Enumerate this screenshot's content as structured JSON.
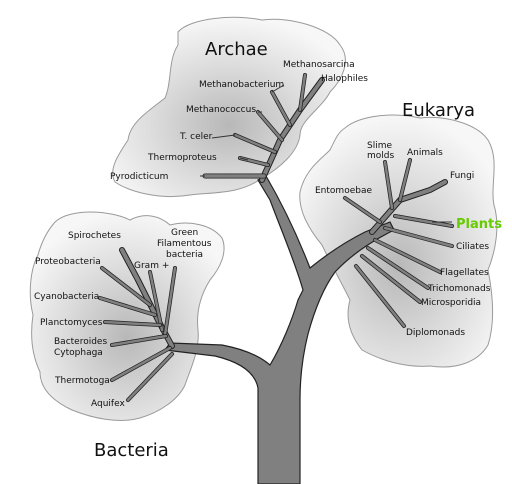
{
  "domains": {
    "archae": "Archae",
    "eukarya": "Eukarya",
    "bacteria": "Bacteria"
  },
  "archae_taxa": [
    "Methanosarcina",
    "Halophiles",
    "Methanobacterium",
    "Methanococcus",
    "T. celer",
    "Thermoproteus",
    "Pyrodicticum"
  ],
  "eukarya_taxa": [
    "Slime",
    "molds",
    "Animals",
    "Fungi",
    "Entomoebae",
    "Plants",
    "Ciliates",
    "Flagellates",
    "Trichomonads",
    "Microsporidia",
    "Diplomonads"
  ],
  "bacteria_taxa": [
    "Spirochetes",
    "Green",
    "Filamentous",
    "bacteria",
    "Proteobacteria",
    "Gram +",
    "Cyanobacteria",
    "Planctomyces",
    "Bacteroides",
    "Cytophaga",
    "Thermotoga",
    "Aquifex"
  ],
  "colors": {
    "highlight": "#66cc00",
    "trunk": "#808080",
    "cloud": "#e6e6e6"
  }
}
